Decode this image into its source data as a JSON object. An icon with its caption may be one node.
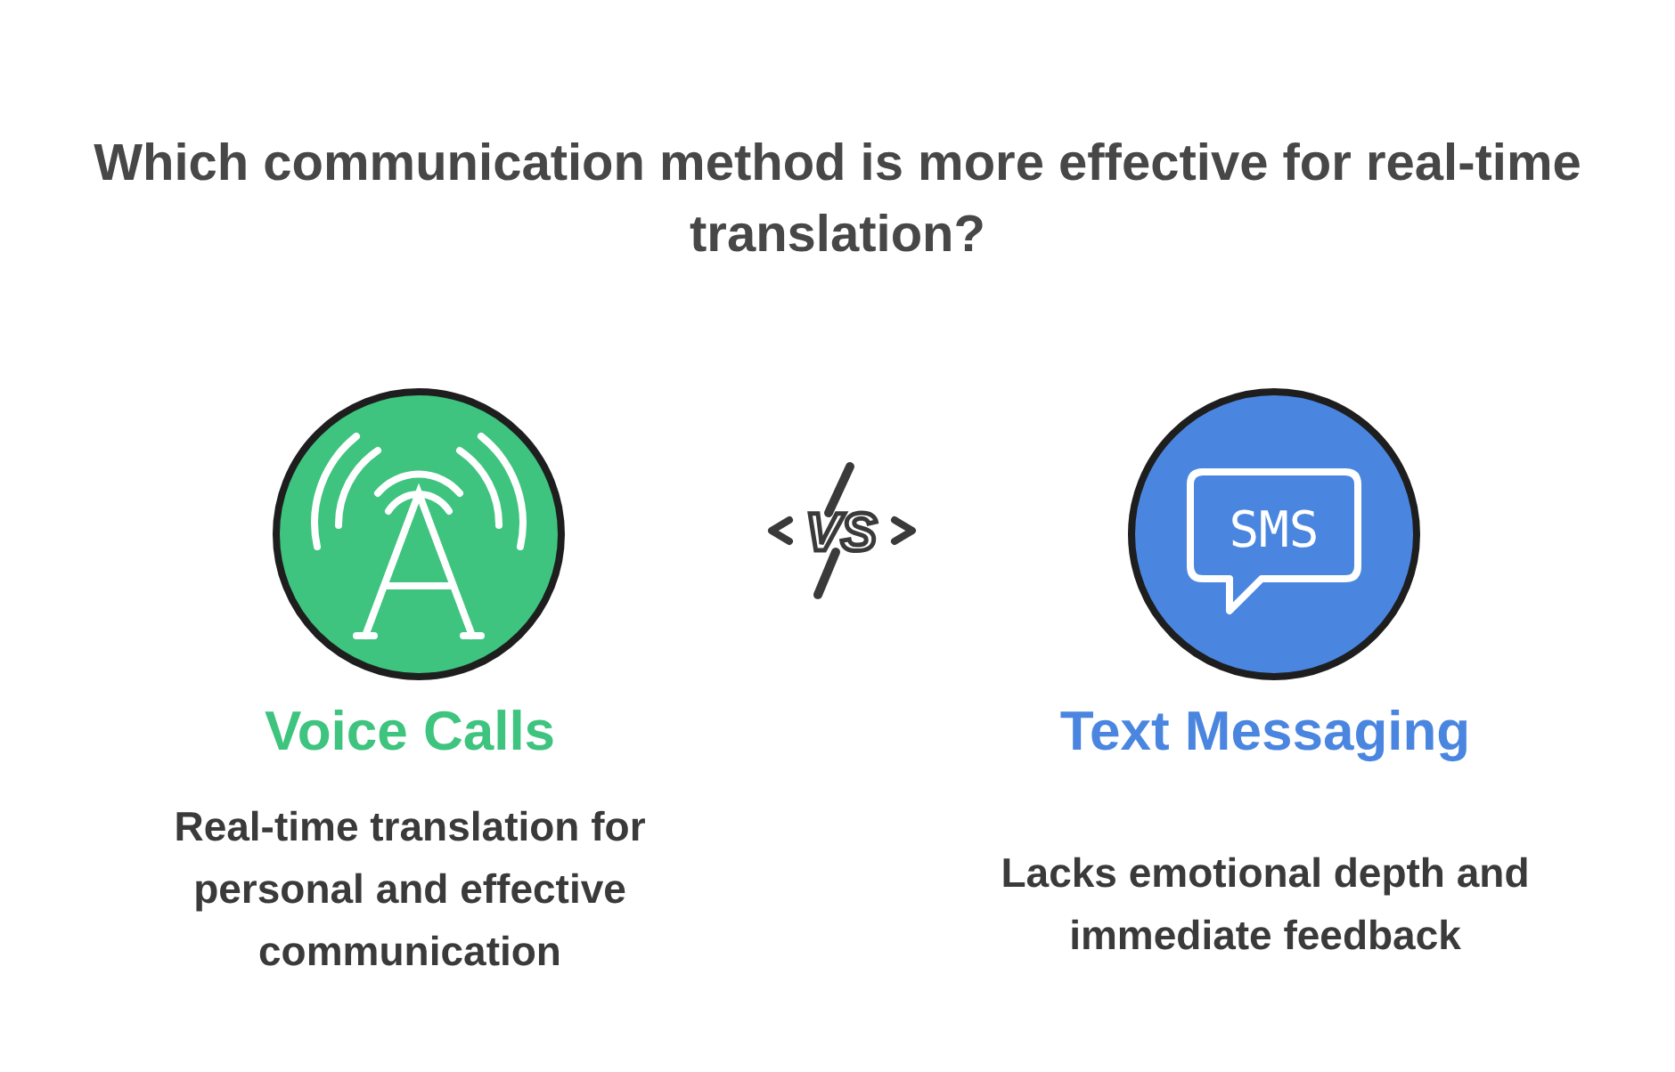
{
  "diagram": {
    "title": "Which communication method is more effective for real-time translation?",
    "nodes": [
      {
        "text": [
          "Voice Calls",
          "Real-time translation for personal and effective communication"
        ]
      },
      {
        "text": [
          "Text Messaging",
          "Lacks emotional depth and immediate feedback"
        ]
      }
    ],
    "labels": [
      "VS",
      "SMS"
    ]
  }
}
